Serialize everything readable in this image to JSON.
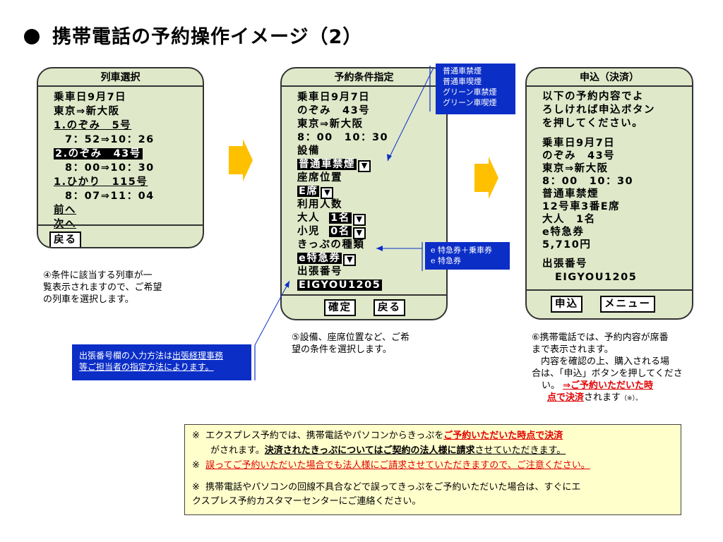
{
  "title": "携帯電話の予約操作イメージ（2）",
  "phone1": {
    "header": "列車選択",
    "lines": [
      "乗車日9月7日",
      "東京⇒新大阪",
      "1.のぞみ　5号",
      "　7：52⇒10：26",
      "2.のぞみ　43号",
      "　8：00⇒10：30",
      "1.ひかり　115号",
      "　8：07⇒11：04",
      "前へ",
      "次へ"
    ],
    "back_button": "戻る"
  },
  "phone2": {
    "header": "予約条件指定",
    "lines": [
      "乗車日9月7日",
      "のぞみ　43号",
      "東京⇒新大阪",
      "8：00　10：30",
      "設備",
      "普通車禁煙",
      "座席位置",
      "E席",
      "利用人数",
      "大人",
      "1名",
      "小児",
      "0名",
      "きっぷの種類",
      "e特急券",
      "出張番号",
      "EIGYOU1205"
    ],
    "dropdown_glyph": "▼",
    "confirm_button": "確定",
    "back_button": "戻る"
  },
  "phone3": {
    "header": "申込（決済）",
    "lines": [
      "以下の予約内容でよ",
      "ろしければ申込ボタン",
      "を押してください。",
      "乗車日9月7日",
      "のぞみ　43号",
      "東京⇒新大阪",
      "8：00　10：30",
      "普通車禁煙",
      "12号車3番E席",
      "大人　1名",
      "e特急券",
      "5,710円",
      "出張番号",
      "EIGYOU1205"
    ],
    "apply_button": "申込",
    "menu_button": "メニュー"
  },
  "seat_options": [
    "普通車禁煙",
    "普通車喫煙",
    "グリーン車禁煙",
    "グリーン車喫煙"
  ],
  "ticket_options": [
    "e 特急券＋乗車券",
    "e 特急券"
  ],
  "trip_note": {
    "part1": "出張番号欄の入力方法は",
    "part2": "出張経理事務",
    "part3": "等ご担当者の指定方法によります。"
  },
  "desc4": [
    "④条件に該当する列車が一",
    "覧表示されますので、ご希望",
    "の列車を選択します。"
  ],
  "desc5": [
    "⑤設備、座席位置など、ご希",
    "望の条件を選択します。"
  ],
  "desc6": {
    "l1": "⑥携帯電話では、予約内容が席番",
    "l2": "まで表示されます。",
    "l3": "　内容を確認の上、購入される場",
    "l4": "合は、「申込」ボタンを押してくださ",
    "l5a": "い。",
    "l5b": "⇒ご予約いただいた時",
    "l6a": "点で決済",
    "l6b": "されます",
    "l6c": "（※）。"
  },
  "notes": {
    "n1_mark": "※",
    "n1a": "エクスプレス予約では、携帯電話やパソコンからきっぷを",
    "n1b": "ご予約いただいた時点で決済",
    "n2a": "がされます。",
    "n2b": "決済されたきっぷについてはご契約の法人様に請求",
    "n2c": "させていただきます。",
    "n3_mark": "※",
    "n3": "誤ってご予約いただいた場合でも法人様にご請求させていただきますので、ご注意ください。",
    "n4_mark": "※",
    "n4a": "携帯電話やパソコンの回線不具合などで誤ってきっぷをご予約いただいた場合は、すぐにエ",
    "n4b": "クスプレス予約カスタマーセンターにご連絡ください。"
  },
  "colors": {
    "phone_bg": "#dfe8c9",
    "arrow": "#ffc000",
    "blue_box": "#0b2ec7",
    "note_bg": "#ffffcc",
    "red": "#e00000"
  }
}
